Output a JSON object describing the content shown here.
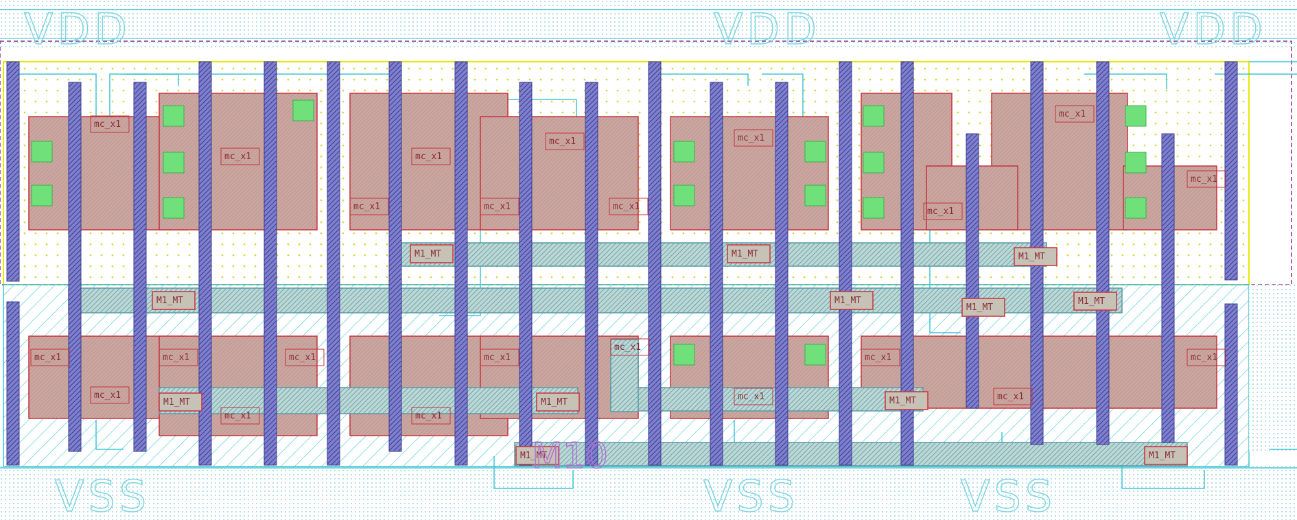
{
  "layout_view": {
    "rail_labels": {
      "top": [
        "VDD",
        "VDD",
        "VDD"
      ],
      "bottom": [
        "VSS",
        "VSS",
        "VSS"
      ]
    },
    "net_label": "M10",
    "shape_tags": {
      "nwell_row": [
        "mc_x1",
        "mc_x1",
        "mc_x1",
        "mc_x1",
        "mc_x1",
        "mc_x1",
        "mc_x1",
        "mc_x1",
        "mc_x1",
        "mc_x1",
        "mc_x1"
      ],
      "pwell_row": [
        "mc_x1",
        "mc_x1",
        "mc_x1",
        "mc_x1",
        "mc_x1",
        "mc_x1",
        "mc_x1",
        "mc_x1",
        "mc_x1",
        "mc_x1",
        "mc_x1",
        "mc_x1"
      ],
      "via_tags": [
        "M1_MT",
        "M1_MT",
        "M1_MT",
        "M1_MT",
        "M1_MT",
        "M1_MT",
        "M1_MT",
        "M1_MT",
        "M1_MT",
        "M1_MT",
        "M1_MT",
        "M1_MT"
      ]
    },
    "layer_colors": {
      "background": "#ffffff",
      "rail_dots": "#9fd6e0",
      "nwell_outline": "#e8e800",
      "nwell_dots": "#d8d840",
      "active_fill": "#c9a6a0",
      "active_stroke": "#c8323c",
      "poly": "#4f4fa8",
      "metal_outline": "#3fc6d6",
      "metal_bar": "#5a9aa6",
      "contact": "#6fe07a",
      "boundary_dash": "#8a2f96",
      "via_tag": "#c8323c"
    }
  }
}
